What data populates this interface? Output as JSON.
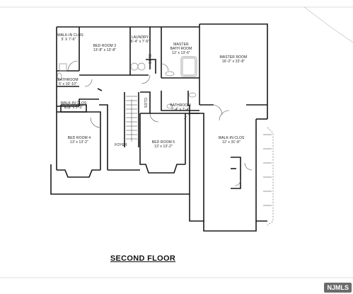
{
  "floor_title": "SECOND FLOOR",
  "watermark": "NJMLS",
  "rooms": {
    "walkin_closet_top": {
      "name": "WALK-IN CLOS",
      "dims": "5' X 7'-6\""
    },
    "bed_room_3": {
      "name": "BED ROOM 3",
      "dims": "13'-8\" x 13'-8\""
    },
    "laundry": {
      "name": "LAUNDRY",
      "dims": "6'-4\" x 7'-6\""
    },
    "master_bath": {
      "name": "MASTER",
      "name2": "BATH ROOM",
      "dims": "12' x 13'-6\""
    },
    "master_room": {
      "name": "MASTER ROOM",
      "dims": "16'-2\" x 23'-8\""
    },
    "bathroom_left": {
      "name": "BATHROOM",
      "dims": "5' x 10'-10\""
    },
    "walkin_closet_mid": {
      "name": "WALK-IN CLOS",
      "dims": "8'-2\" x 3'-3\""
    },
    "bathroom_mid": {
      "name": "BATHROOM",
      "dims": "7'-4\" x 7'-4\""
    },
    "bed_room_4": {
      "name": "BED ROOM 4",
      "dims": "13' x 13'-2\""
    },
    "foyer": {
      "name": "FOYER"
    },
    "bed_room_5": {
      "name": "BED ROOM 5",
      "dims": "13' x 13'-2\""
    },
    "walkin_closet_big": {
      "name": "WALK-IN CLOS",
      "dims": "12' x 31'-8\""
    }
  },
  "closet_labels": {
    "clos_a": "CLOS",
    "clos_b": "CLOS"
  },
  "colors": {
    "line": "#1a1a1a",
    "thin": "#555555",
    "fixture": "#888888"
  }
}
